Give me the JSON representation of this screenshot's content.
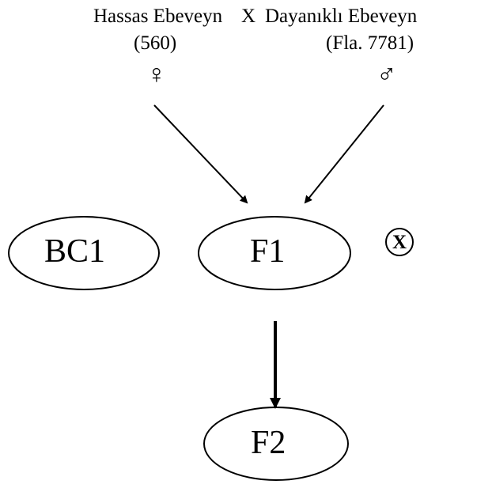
{
  "parents": {
    "female": {
      "title": "Hassas Ebeveyn",
      "id": "(560)",
      "symbol": "♀"
    },
    "cross": "X",
    "male": {
      "title": "Dayanıklı Ebeveyn",
      "id": "(Fla. 7781)",
      "symbol": "♂"
    }
  },
  "nodes": {
    "bc1": "BC1",
    "f1": "F1",
    "f2": "F2"
  },
  "self_cross_symbol": "X"
}
